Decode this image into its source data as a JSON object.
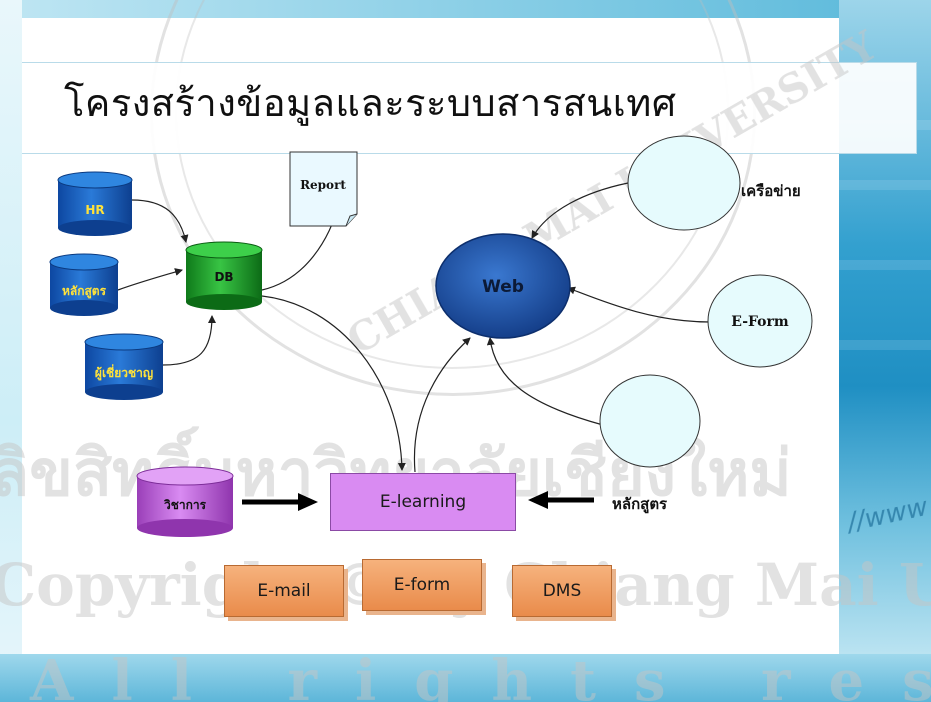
{
  "title": "โครงสร้างข้อมูลและระบบสารสนเทศ",
  "databases": {
    "hr": "HR",
    "curriculum": "หลักสูตร",
    "experts": "ผู้เชี่ยวชาญ",
    "db": "DB",
    "academic": "วิชาการ"
  },
  "report_label": "Report",
  "web_label": "Web",
  "network_label": "เครือข่าย",
  "eform_circle_label": "E-Form",
  "elearning_label": "E-learning",
  "curriculum_side_label": "หลักสูตร",
  "services": {
    "email": "E-mail",
    "eform": "E-form",
    "dms": "DMS"
  },
  "watermark": {
    "line1": "ลิขสิทธิ์มหาวิทยาลัยเชียงใหม่",
    "line2": "Copyright © by Chiang Mai University",
    "line3": "All rights reserved",
    "seal_text": "CHIANG MAI UNIVERSITY"
  },
  "decor_www": "//www",
  "colors": {
    "cylinder_blue": "#1565c0",
    "cylinder_green": "#1f9c2a",
    "cylinder_purple": "#b45ad0",
    "web_ellipse": "#1f4fa0",
    "circle_fill": "#e6fbfd",
    "elearning_fill": "#d98bf2",
    "service_fill": "#ee9b5f"
  }
}
